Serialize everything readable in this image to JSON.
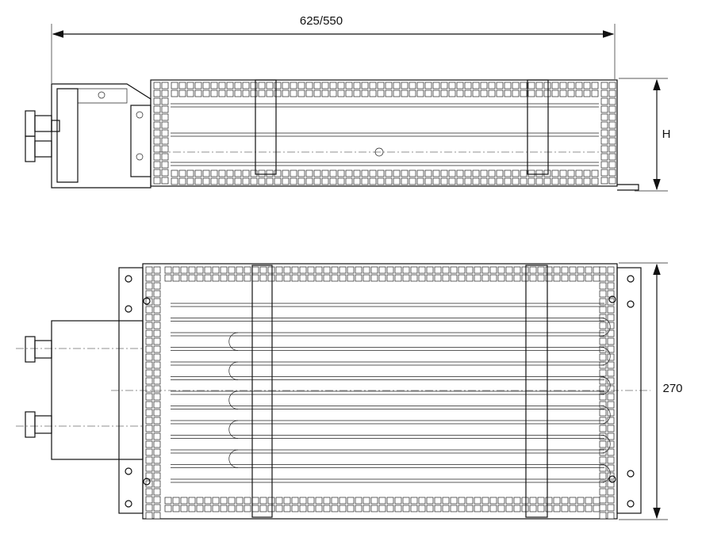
{
  "dimensions": {
    "length_label": "625/550",
    "height_label": "H",
    "width_label": "270"
  }
}
